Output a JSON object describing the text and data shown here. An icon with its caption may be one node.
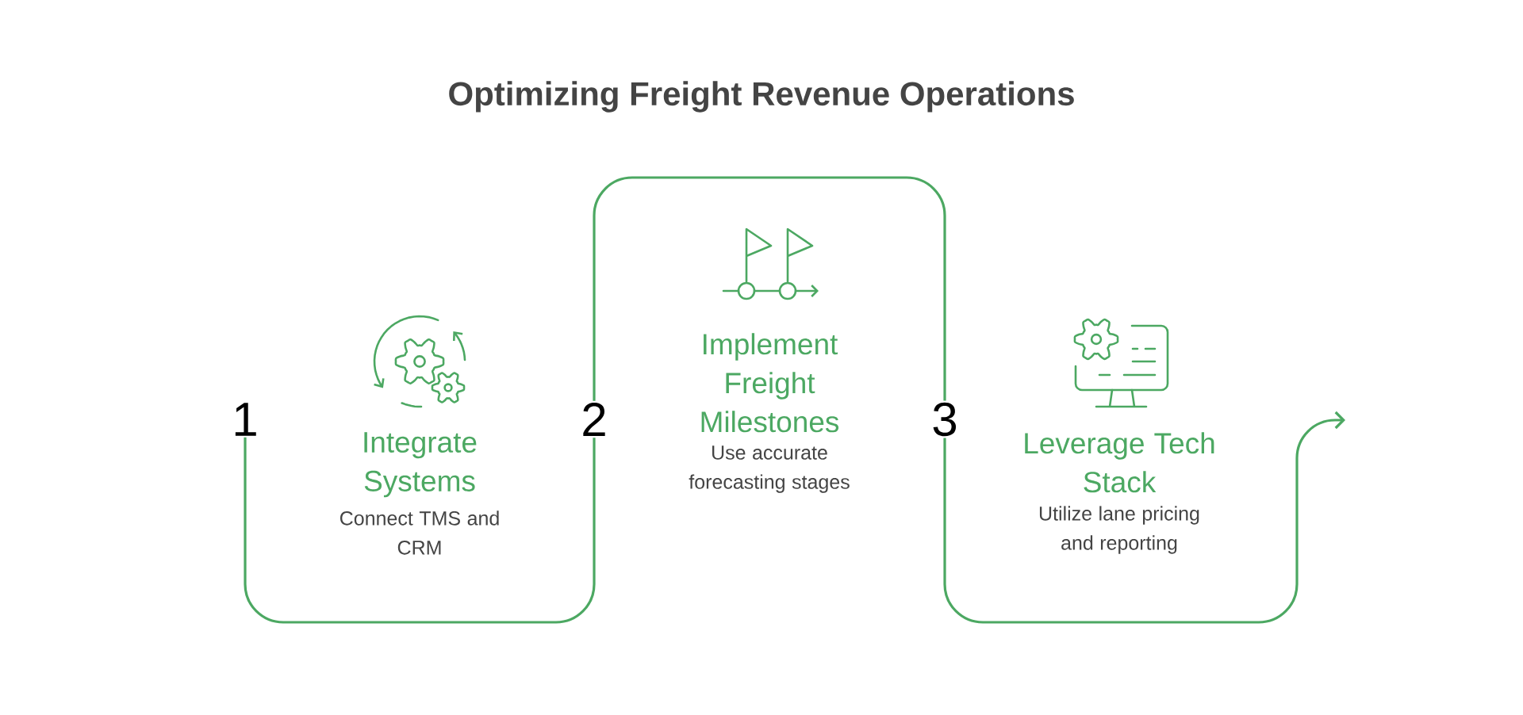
{
  "diagram": {
    "title": "Optimizing Freight Revenue Operations",
    "nodes": [
      {
        "text": [
          "1"
        ]
      },
      {
        "text": [
          "Integrate Systems",
          "Connect TMS and CRM"
        ]
      },
      {
        "text": [
          "2"
        ]
      },
      {
        "text": [
          "Implement Freight Milestones",
          "Use accurate forecasting stages"
        ]
      },
      {
        "text": [
          "3"
        ]
      },
      {
        "text": [
          "Leverage Tech Stack",
          "Utilize lane pricing and reporting"
        ]
      }
    ],
    "edges": [
      {
        "from": 0,
        "to": 2,
        "arrow": "none"
      },
      {
        "from": 2,
        "to": 4,
        "arrow": "none"
      },
      {
        "from": 4,
        "to": null,
        "arrow": "to"
      }
    ]
  }
}
